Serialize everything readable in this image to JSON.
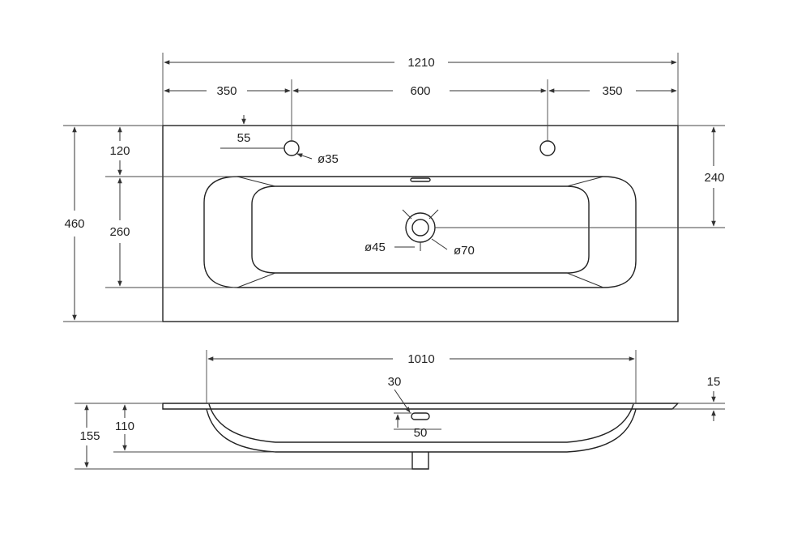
{
  "drawing": {
    "top_view": {
      "overall_width": "1210",
      "left_offset": "350",
      "hole_spacing": "600",
      "right_offset": "350",
      "hole_inset": "55",
      "hole_diameter": "ø35",
      "top_margin": "120",
      "bowl_depth": "260",
      "overall_depth": "460",
      "drain_from_back": "240",
      "drain_inner_diameter": "ø45",
      "drain_outer_diameter": "ø70"
    },
    "side_view": {
      "bowl_width": "1010",
      "overflow_width": "30",
      "rim_thickness": "15",
      "bowl_height": "110",
      "overall_height": "155",
      "overflow_height": "50"
    }
  }
}
